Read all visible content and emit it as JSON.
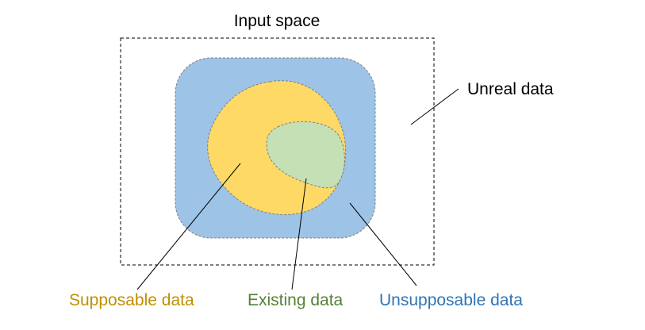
{
  "title": "Input space",
  "labels": {
    "unreal": "Unreal data",
    "supposable": "Supposable data",
    "existing": "Existing data",
    "unsupposable": "Unsupposable data"
  },
  "colors": {
    "input_space_border": "#000000",
    "unsupposable_fill": "#9DC3E6",
    "supposable_fill": "#FFD966",
    "existing_fill": "#C5E0B4",
    "region_border": "#7F7F7F",
    "supposable_text": "#BF9000",
    "existing_text": "#548235",
    "unsupposable_text": "#2E75B6",
    "unreal_text": "#000000"
  }
}
